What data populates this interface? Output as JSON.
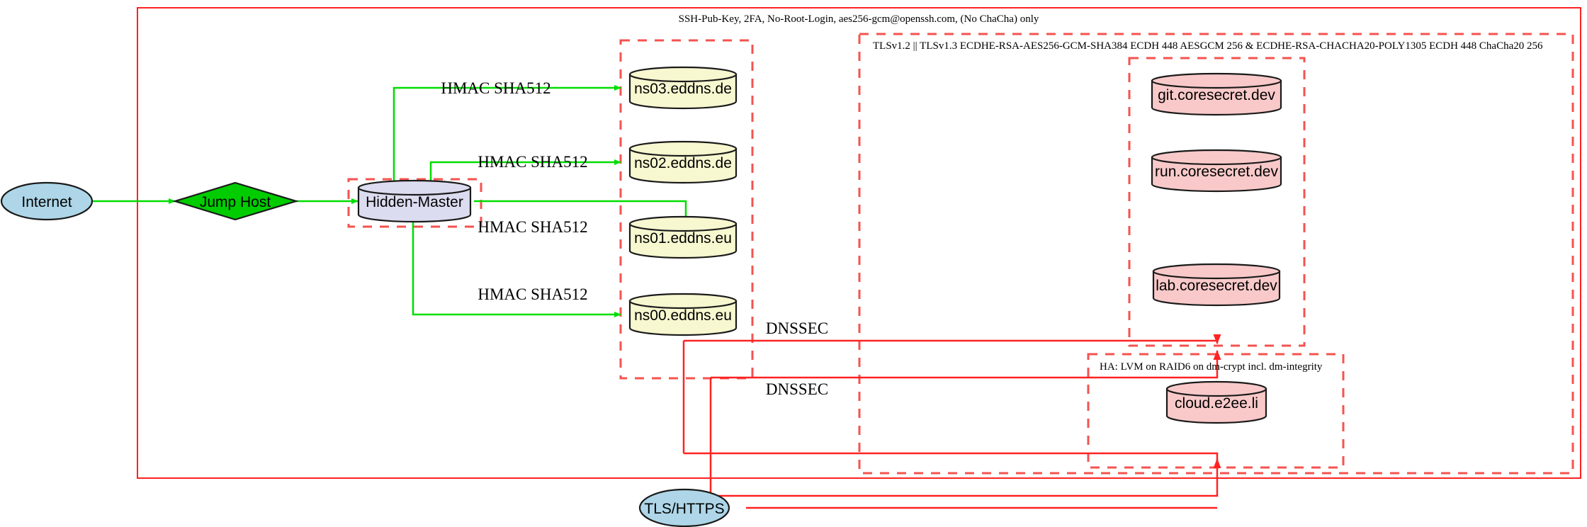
{
  "diagram": {
    "title_caption": "SSH-Pub-Key, 2FA, No-Root-Login, aes256-gcm@openssh.com, (No ChaCha) only",
    "clusters": {
      "outer_ssh": {
        "caption": "SSH-Pub-Key, 2FA, No-Root-Login, aes256-gcm@openssh.com, (No ChaCha) only"
      },
      "tls": {
        "caption": "TLSv1.2 || TLSv1.3 ECDHE-RSA-AES256-GCM-SHA384 ECDH 448 AESGCM 256 & ECDHE-RSA-CHACHA20-POLY1305 ECDH 448 ChaCha20 256"
      },
      "ha": {
        "caption": "HA: LVM on RAID6 on dm-crypt incl. dm-integrity"
      },
      "hidden_master": {
        "caption": ""
      },
      "nameservers": {
        "caption": ""
      },
      "coresecret": {
        "caption": ""
      }
    },
    "nodes": {
      "internet": {
        "label": "Internet",
        "shape": "ellipse",
        "fill": "#aed6e8"
      },
      "jump_host": {
        "label": "Jump Host",
        "shape": "diamond",
        "fill": "#00cc00"
      },
      "hidden_master": {
        "label": "Hidden-Master",
        "shape": "cylinder",
        "fill": "#dcdcf0"
      },
      "ns03": {
        "label": "ns03.eddns.de",
        "shape": "cylinder",
        "fill": "#f7f7d0"
      },
      "ns02": {
        "label": "ns02.eddns.de",
        "shape": "cylinder",
        "fill": "#f7f7d0"
      },
      "ns01": {
        "label": "ns01.eddns.eu",
        "shape": "cylinder",
        "fill": "#f7f7d0"
      },
      "ns00": {
        "label": "ns00.eddns.eu",
        "shape": "cylinder",
        "fill": "#f7f7d0"
      },
      "git": {
        "label": "git.coresecret.dev",
        "shape": "cylinder",
        "fill": "#f9c9c9"
      },
      "run": {
        "label": "run.coresecret.dev",
        "shape": "cylinder",
        "fill": "#f9c9c9"
      },
      "lab": {
        "label": "lab.coresecret.dev",
        "shape": "cylinder",
        "fill": "#f9c9c9"
      },
      "cloud": {
        "label": "cloud.e2ee.li",
        "shape": "cylinder",
        "fill": "#f9c9c9"
      },
      "tls_https": {
        "label": "TLS/HTTPS",
        "shape": "ellipse",
        "fill": "#aed6e8"
      }
    },
    "edges": {
      "internet_to_jump": {
        "label": "",
        "color": "#00dd00"
      },
      "jump_to_master": {
        "label": "",
        "color": "#00dd00"
      },
      "master_to_ns03": {
        "label": "HMAC SHA512",
        "color": "#00dd00"
      },
      "master_to_ns02": {
        "label": "HMAC SHA512",
        "color": "#00dd00"
      },
      "master_to_ns01": {
        "label": "HMAC SHA512",
        "color": "#00dd00"
      },
      "master_to_ns00": {
        "label": "HMAC SHA512",
        "color": "#00dd00"
      },
      "dnssec_upper": {
        "label": "DNSSEC",
        "color": "#ff2222"
      },
      "dnssec_lower": {
        "label": "DNSSEC",
        "color": "#ff2222"
      },
      "tls_to_services": {
        "label": "",
        "color": "#ff2222"
      }
    },
    "colors": {
      "frame_red": "#ff2222",
      "dashed_red": "#f4534f",
      "edge_green": "#00dd00",
      "node_blue": "#aed6e8",
      "node_green": "#00cc00",
      "node_lavender": "#dcdcf0",
      "node_cream": "#f7f7d0",
      "node_pink": "#f9c9c9",
      "outline": "#1a1a1a"
    }
  }
}
